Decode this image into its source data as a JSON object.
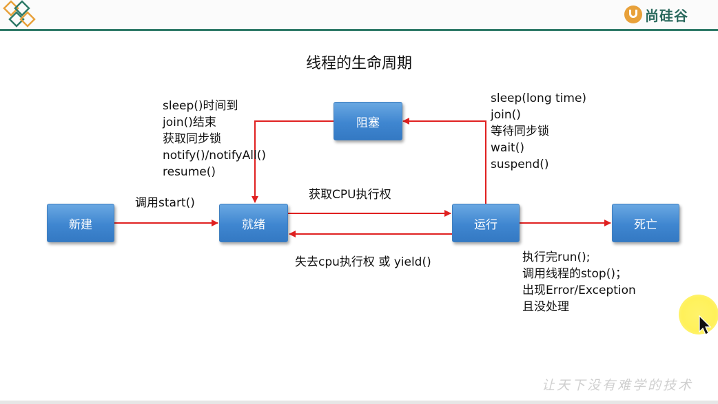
{
  "brand": {
    "name": "尚硅谷"
  },
  "title": "线程的生命周期",
  "states": {
    "new": "新建",
    "ready": "就绪",
    "running": "运行",
    "blocked": "阻塞",
    "dead": "死亡"
  },
  "labels": {
    "start": "调用start()",
    "get_cpu": "获取CPU执行权",
    "lose_cpu": "失去cpu执行权 或 yield()",
    "unblock": [
      "sleep()时间到",
      "join()结束",
      "获取同步锁",
      "notify()/notifyAll()",
      "resume()"
    ],
    "block": [
      "sleep(long time)",
      "join()",
      "等待同步锁",
      "wait()",
      "suspend()"
    ],
    "die": [
      "执行完run();",
      "调用线程的stop()；",
      "出现Error/Exception",
      "且没处理"
    ]
  },
  "watermark": "让天下没有难学的技术",
  "colors": {
    "arrow": "#e02020",
    "box": "#4a8fd6",
    "accent": "#2f7a68"
  }
}
